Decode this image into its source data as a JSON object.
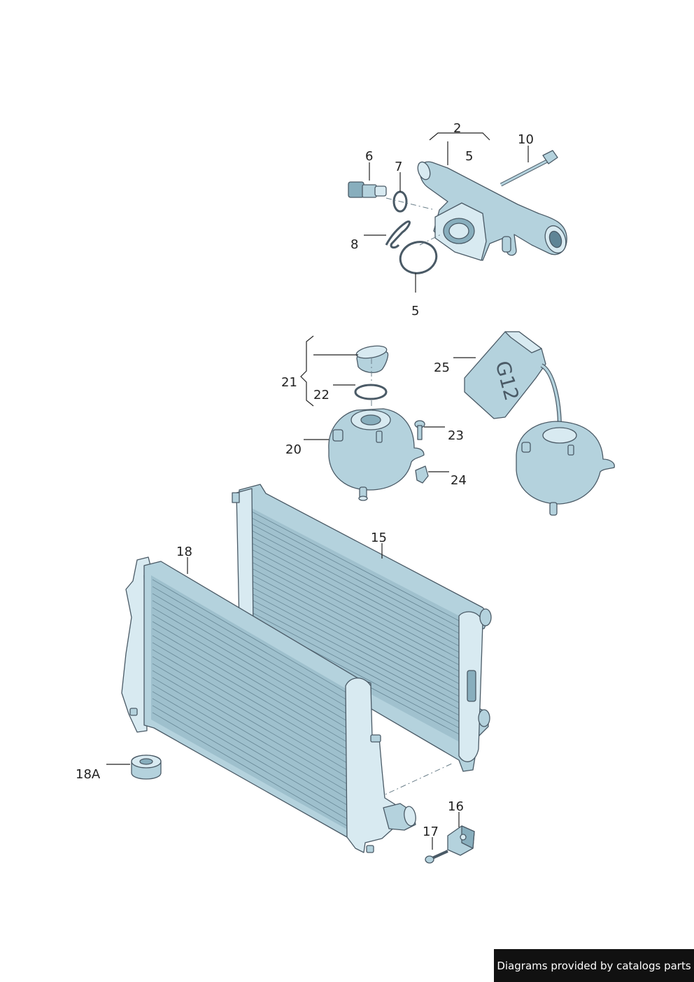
{
  "callouts": {
    "c2": "2",
    "c5_top": "5",
    "c10": "10",
    "c6": "6",
    "c7": "7",
    "c8": "8",
    "c5_bottom": "5",
    "c21": "21",
    "c22": "22",
    "c25": "25",
    "c20": "20",
    "c23": "23",
    "c24": "24",
    "c15": "15",
    "c18": "18",
    "c18a": "18A",
    "c16": "16",
    "c17": "17"
  },
  "reservoir_label": "G12",
  "credit": "Diagrams provided by catalogs parts",
  "colors": {
    "part_fill": "#b4d2dd",
    "part_outline": "#4a5a66",
    "credit_background": "#111111"
  }
}
